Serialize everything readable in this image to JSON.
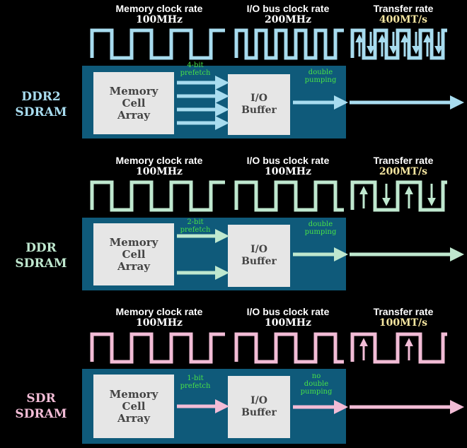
{
  "sections": [
    {
      "id": "ddr2",
      "name_line1": "DDR2",
      "name_line2": "SDRAM",
      "color": "#a8dcef",
      "mem_clock_title": "Memory clock rate",
      "mem_clock_value": "100MHz",
      "io_clock_title": "I/O bus clock rate",
      "io_clock_value": "200MHz",
      "transfer_title": "Transfer rate",
      "transfer_value": "400MT/s",
      "prefetch_line1": "4-bit",
      "prefetch_line2": "prefetch",
      "pump_line1": "double",
      "pump_line2": "pumping",
      "pump_line3": "",
      "memory_box": [
        "Memory",
        "Cell",
        "Array"
      ],
      "io_box": [
        "I/O",
        "Buffer"
      ]
    },
    {
      "id": "ddr",
      "name_line1": "DDR",
      "name_line2": "SDRAM",
      "color": "#bfe8cf",
      "mem_clock_title": "Memory clock rate",
      "mem_clock_value": "100MHz",
      "io_clock_title": "I/O bus clock rate",
      "io_clock_value": "100MHz",
      "transfer_title": "Transfer rate",
      "transfer_value": "200MT/s",
      "prefetch_line1": "2-bit",
      "prefetch_line2": "prefetch",
      "pump_line1": "double",
      "pump_line2": "pumping",
      "pump_line3": "",
      "memory_box": [
        "Memory",
        "Cell",
        "Array"
      ],
      "io_box": [
        "I/O",
        "Buffer"
      ]
    },
    {
      "id": "sdr",
      "name_line1": "SDR",
      "name_line2": "SDRAM",
      "color": "#f2bcd6",
      "mem_clock_title": "Memory clock rate",
      "mem_clock_value": "100MHz",
      "io_clock_title": "I/O bus clock rate",
      "io_clock_value": "100MHz",
      "transfer_title": "Transfer rate",
      "transfer_value": "100MT/s",
      "prefetch_line1": "1-bit",
      "prefetch_line2": "prefetch",
      "pump_line1": "no",
      "pump_line2": "double",
      "pump_line3": "pumping",
      "memory_box": [
        "Memory",
        "Cell",
        "Array"
      ],
      "io_box": [
        "I/O",
        "Buffer"
      ]
    }
  ]
}
